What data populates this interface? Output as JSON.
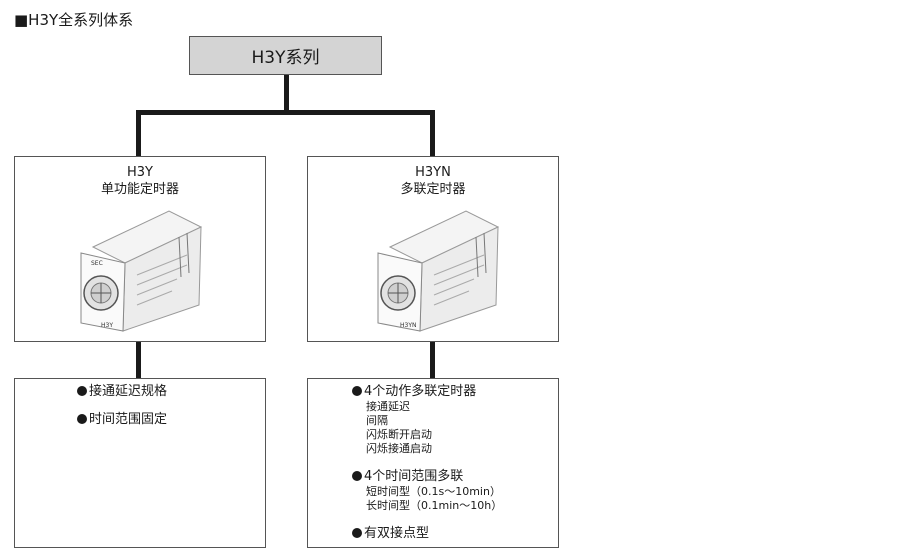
{
  "heading": "■H3Y全系列体系",
  "root": {
    "label": "H3Y系列"
  },
  "left": {
    "model": "H3Y",
    "type": "单功能定时器",
    "product_labels": {
      "unit": "SEC",
      "brand": "H3Y"
    },
    "features": [
      {
        "label": "接通延迟规格"
      },
      {
        "label": "时间范围固定"
      }
    ]
  },
  "right": {
    "model": "H3YN",
    "type": "多联定时器",
    "product_labels": {
      "brand": "H3YN"
    },
    "features": [
      {
        "label": "4个动作多联定时器",
        "subs": [
          "接通延迟",
          "间隔",
          "闪烁断开启动",
          "闪烁接通启动"
        ]
      },
      {
        "label": "4个时间范围多联",
        "subs": [
          "短时间型（0.1s～10min）",
          "长时间型（0.1min～10h）"
        ]
      },
      {
        "label": "有双接点型"
      }
    ]
  }
}
